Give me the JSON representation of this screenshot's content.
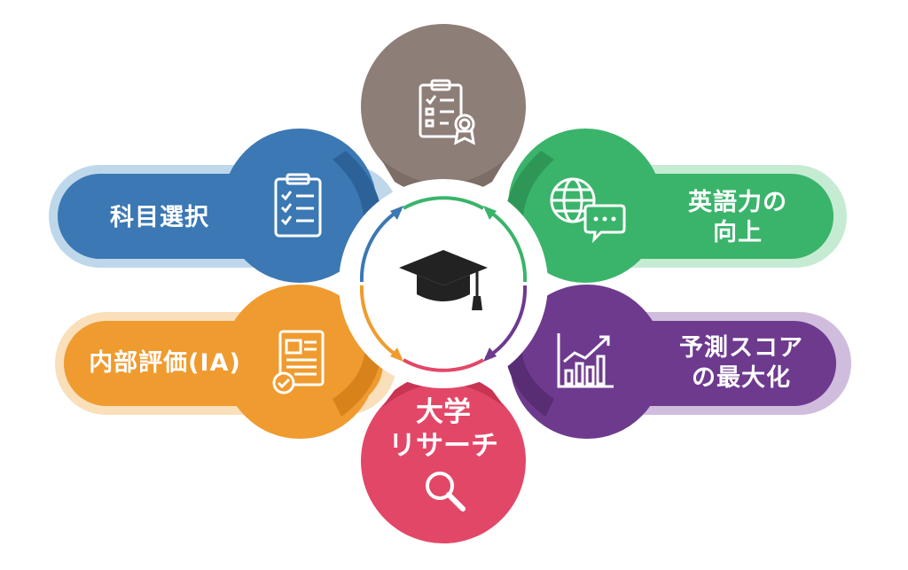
{
  "diagram": {
    "center": {
      "icon": "graduation-cap-icon"
    },
    "nodes": [
      {
        "id": "top",
        "label": "",
        "icon": "certificate-checklist-icon",
        "color": "#8e7e78"
      },
      {
        "id": "subject-selection",
        "label": "科目選択",
        "icon": "clipboard-checklist-icon",
        "color": "#3b78b4"
      },
      {
        "id": "english",
        "label": "英語力の\n向上",
        "icon": "globe-chat-icon",
        "color": "#3ab46a"
      },
      {
        "id": "internal-assessment",
        "label": "内部評価(IA)",
        "icon": "document-check-icon",
        "color": "#ef9b2f"
      },
      {
        "id": "predicted-score",
        "label": "予測スコア\nの最大化",
        "icon": "rising-chart-icon",
        "color": "#6d3a8e"
      },
      {
        "id": "university-research",
        "label": "大学\nリサーチ",
        "icon": "magnifier-icon",
        "color": "#e34767"
      }
    ]
  }
}
